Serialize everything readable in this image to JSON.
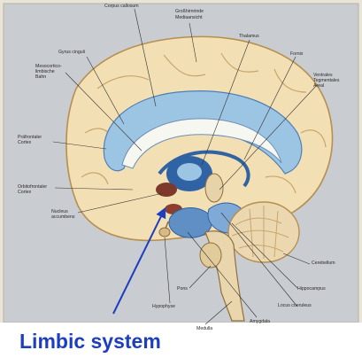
{
  "caption": "Limbic system",
  "labels": {
    "corpus_callosum": "Corpus callosum",
    "gyrus_cinguli": "Gyrus cinguli",
    "grosshirnrinde_1": "Großhirnrinde",
    "grosshirnrinde_2": "Mediaansicht",
    "thalamus": "Thalamus",
    "fornix": "Fornix",
    "mesocortico_1": "Mesocortico-",
    "mesocortico_2": "limbische",
    "mesocortico_3": "Bahn",
    "ventrales_1": "Ventrales",
    "ventrales_2": "Tegmentales",
    "ventrales_3": "Areal",
    "prafrontaler_1": "Präfrontaler",
    "prafrontaler_2": "Cortex",
    "orbitofrontaler_1": "Orbitofrontaler",
    "orbitofrontaler_2": "Cortex",
    "nucleus_1": "Nucleus",
    "nucleus_2": "accumbens",
    "cerebellum": "Cerebellum",
    "hippocampus": "Hippocampus",
    "locus": "Locus coeruleus",
    "amygdala": "Amygdala",
    "pons": "Pons",
    "hypophyse": "Hypophyse",
    "medulla": "Medulla"
  },
  "colors": {
    "frame": "#d9d3c6",
    "background": "#c9ccd0",
    "cortex": "#f3dfb4",
    "cortex_stroke": "#b58f4f",
    "limbic_blue": "#9cc4e3",
    "limbic_dark": "#2f63a3",
    "cerebellum": "#ecd8b0",
    "brainstem": "#e9d6ad",
    "caption": "#1d3fbf",
    "arrow": "#1d3fbf"
  }
}
